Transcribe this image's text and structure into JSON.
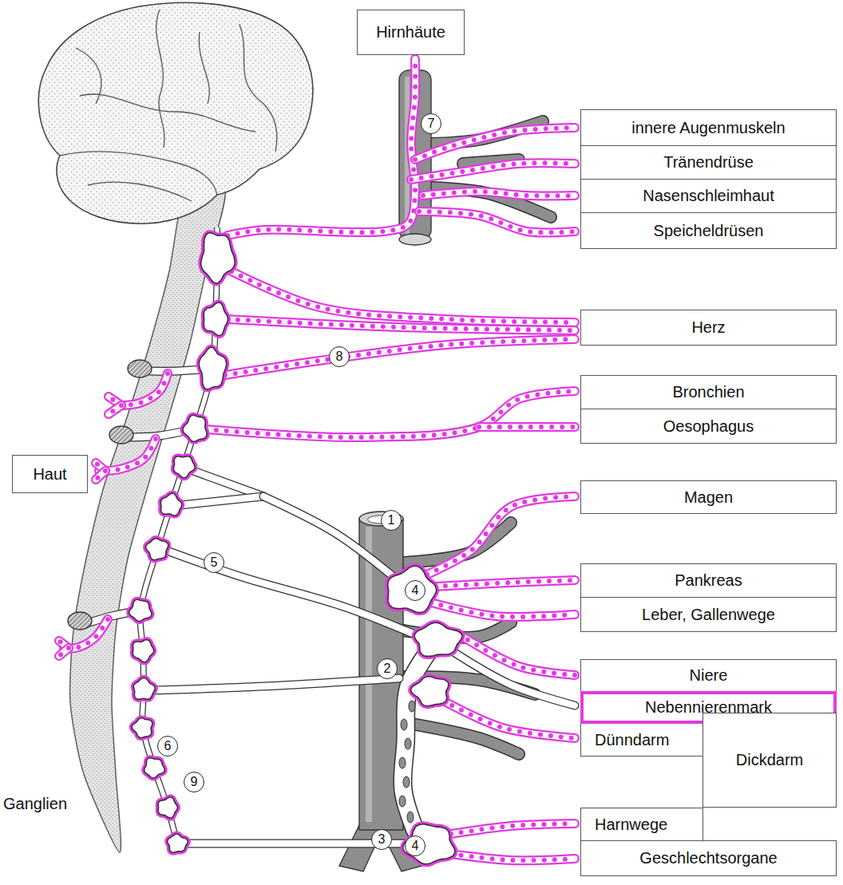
{
  "diagram": {
    "nodes": [
      {
        "text": [
          "Hirnhäute"
        ]
      },
      {
        "text": [
          "innere Augenmuskeln"
        ]
      },
      {
        "text": [
          "Tränendrüse"
        ]
      },
      {
        "text": [
          "Nasenschleimhaut"
        ]
      },
      {
        "text": [
          "Speicheldrüsen"
        ]
      },
      {
        "text": [
          "Herz"
        ]
      },
      {
        "text": [
          "Bronchien"
        ]
      },
      {
        "text": [
          "Oesophagus"
        ]
      },
      {
        "text": [
          "Haut"
        ]
      },
      {
        "text": [
          "Magen"
        ]
      },
      {
        "text": [
          "Pankreas"
        ]
      },
      {
        "text": [
          "Leber, Gallenwege"
        ]
      },
      {
        "text": [
          "Niere"
        ]
      },
      {
        "text": [
          "Nebennierenmark"
        ]
      },
      {
        "text": [
          "Dünndarm"
        ]
      },
      {
        "text": [
          "Dickdarm"
        ]
      },
      {
        "text": [
          "Harnwege"
        ]
      },
      {
        "text": [
          "Geschlechtsorgane"
        ]
      }
    ],
    "labels": [
      "7",
      "8",
      "1",
      "5",
      "4",
      "2",
      "6",
      "9",
      "3",
      "4",
      "Ganglien"
    ]
  }
}
